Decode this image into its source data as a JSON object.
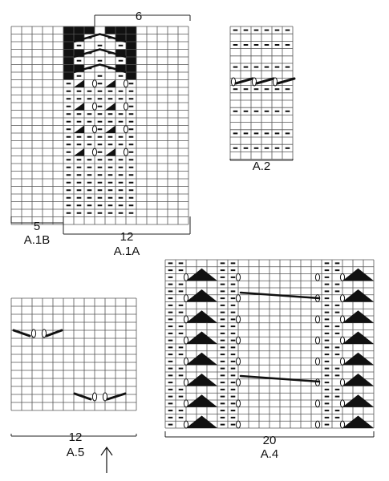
{
  "charts": {
    "a1": {
      "label_b": "A.1B",
      "count_b": "5",
      "label_a": "A.1A",
      "count_a": "12",
      "top_count": "6"
    },
    "a2": {
      "label": "A.2"
    },
    "a5": {
      "label": "A.5",
      "count": "12"
    },
    "a4": {
      "label": "A.4",
      "count": "20"
    }
  },
  "colors": {
    "grid_line": "#555555",
    "fill": "#111111",
    "background": "#ffffff"
  },
  "symbols": [
    "purl-dash",
    "black-square",
    "triangle",
    "cable-oval",
    "cable-bar"
  ]
}
